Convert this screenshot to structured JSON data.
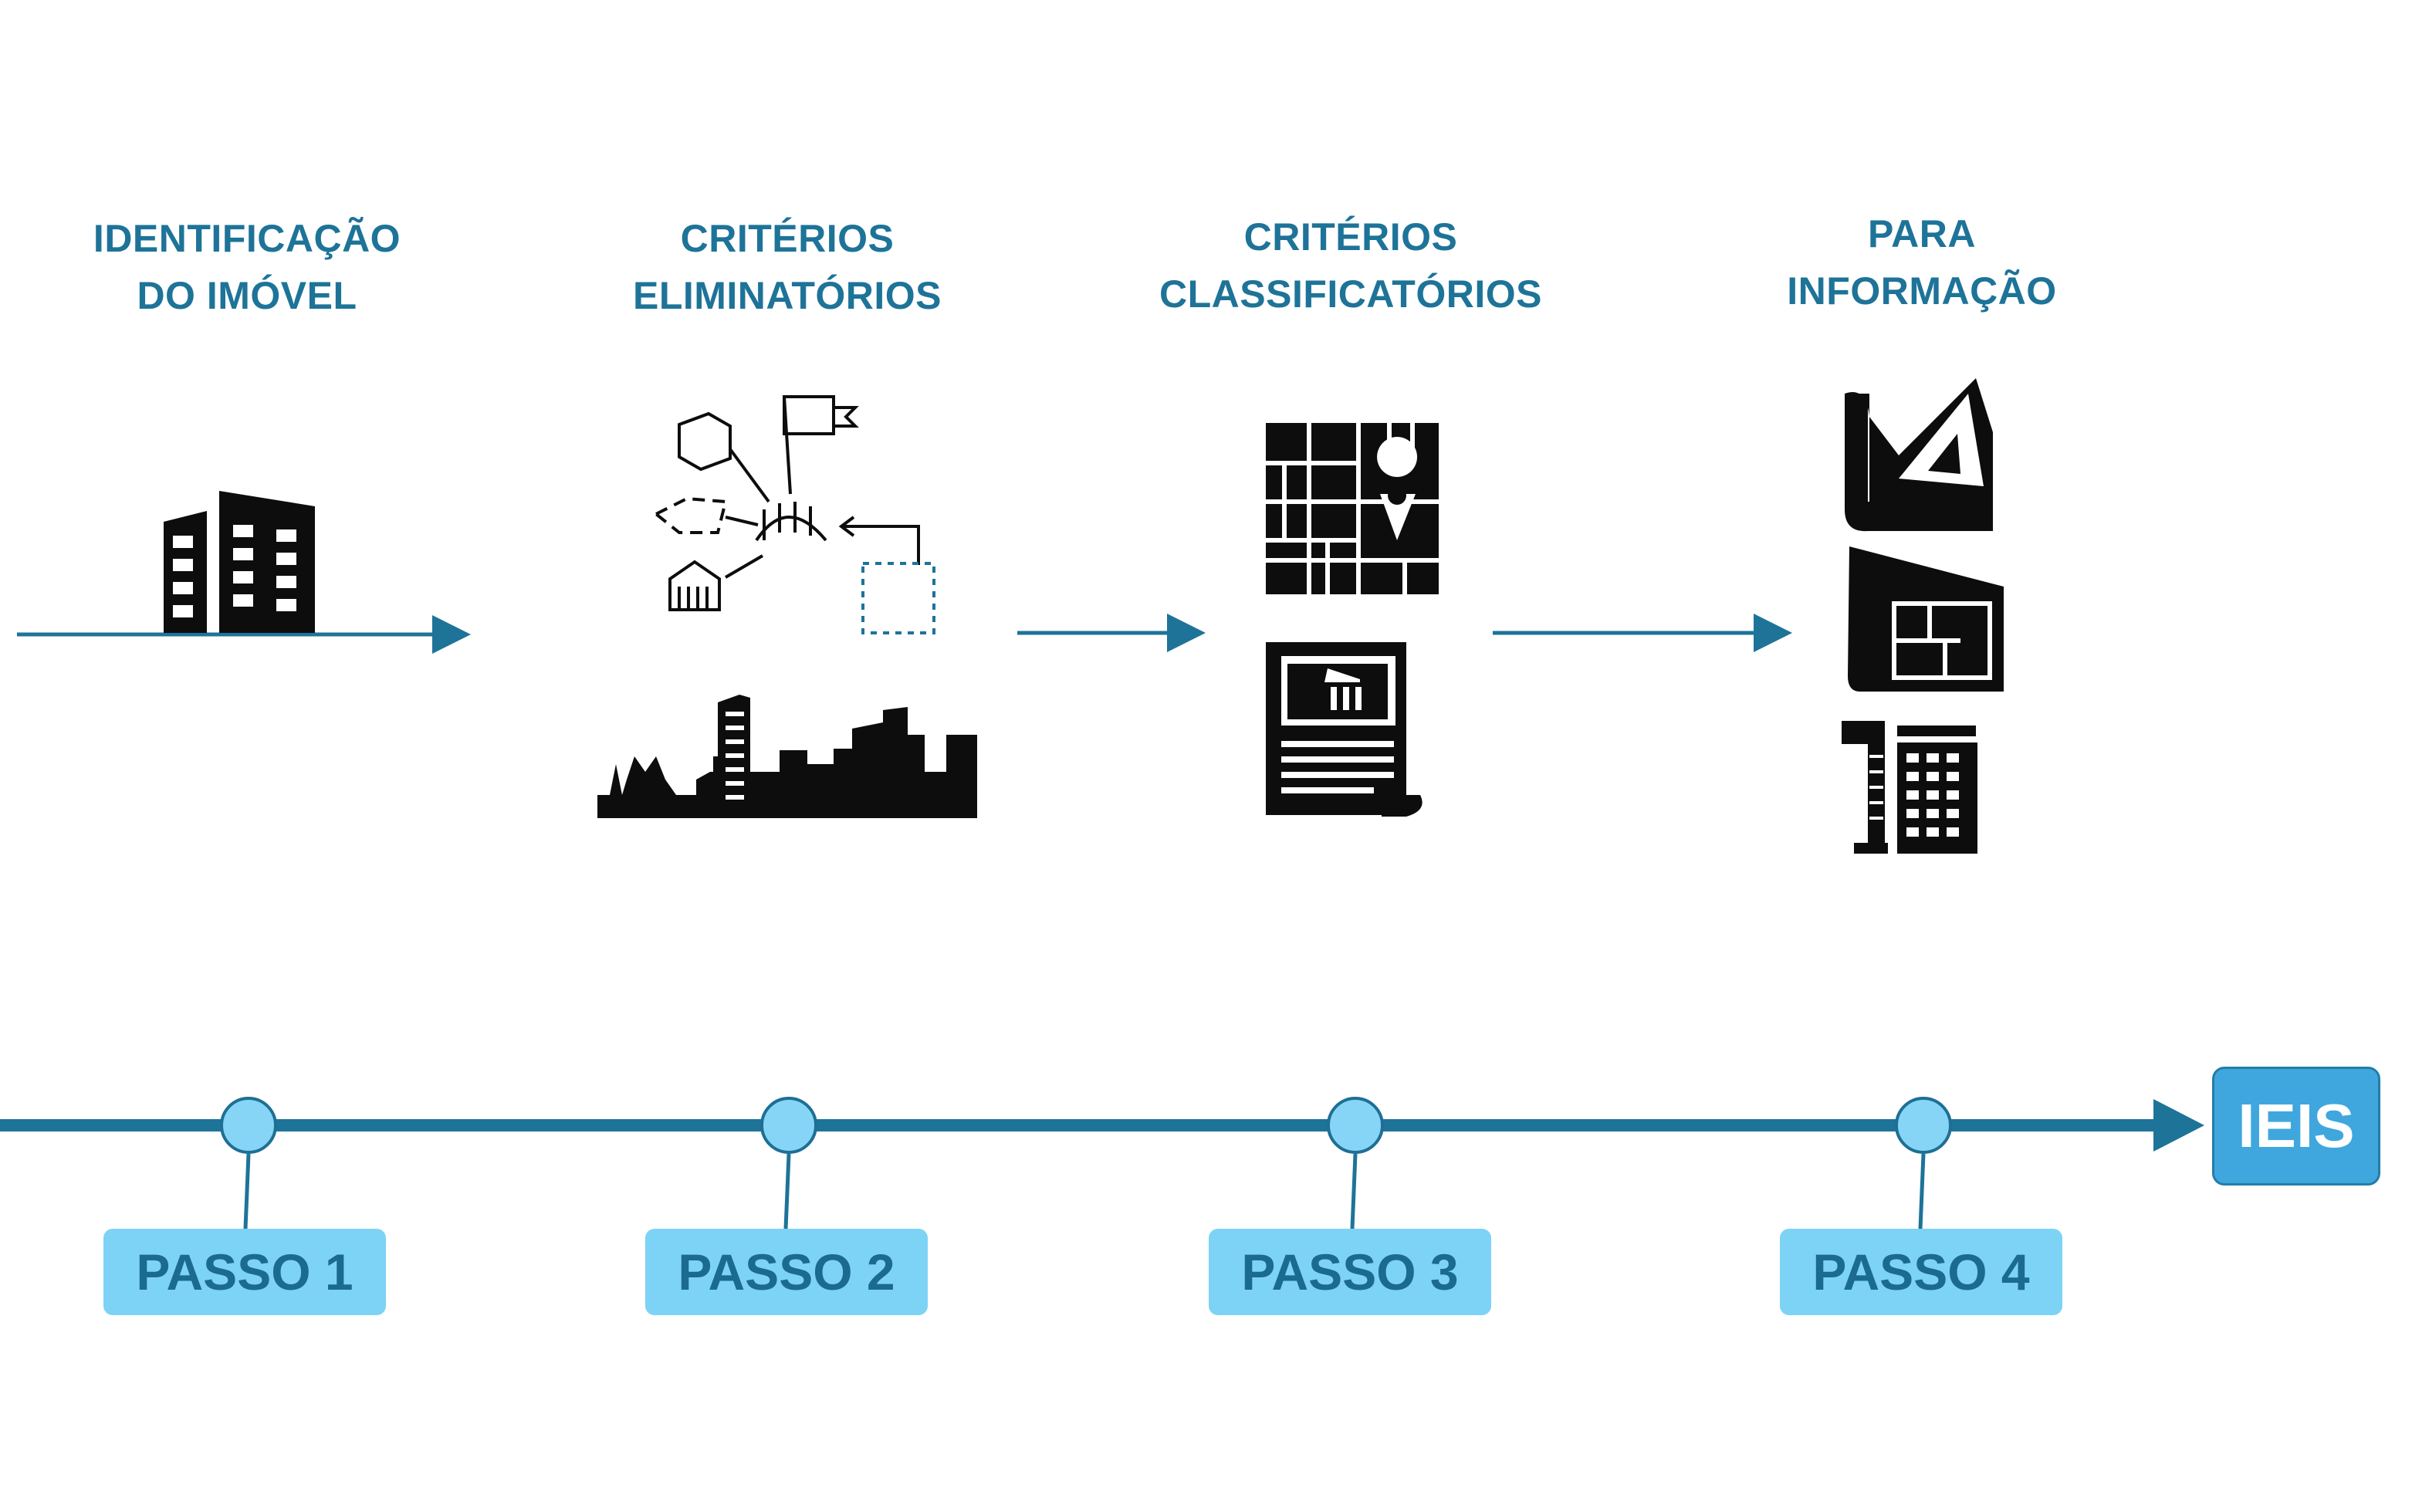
{
  "steps": [
    {
      "title_line1": "IDENTIFICAÇÃO",
      "title_line2": "DO IMÓVEL",
      "badge": "PASSO 1",
      "icon": "building-icon"
    },
    {
      "title_line1": "CRITÉRIOS",
      "title_line2": "ELIMINATÓRIOS",
      "badge": "PASSO 2",
      "icon": "city-criteria-icon"
    },
    {
      "title_line1": "CRITÉRIOS",
      "title_line2": "CLASSIFICATÓRIOS",
      "badge": "PASSO 3",
      "icon": "map-document-icon"
    },
    {
      "title_line1": "PARA",
      "title_line2": "INFORMAÇÃO",
      "badge": "PASSO 4",
      "icon": "blueprint-icon"
    }
  ],
  "endpoint": {
    "label": "IEIS"
  },
  "colors": {
    "title": "#1e7398",
    "timeline": "#1e7398",
    "node_fill": "#86d5f7",
    "badge_fill": "#7dd3f5",
    "badge_text": "#1b6a8f",
    "endpoint_fill": "#3fa7de",
    "icon": "#0d0d0d"
  }
}
